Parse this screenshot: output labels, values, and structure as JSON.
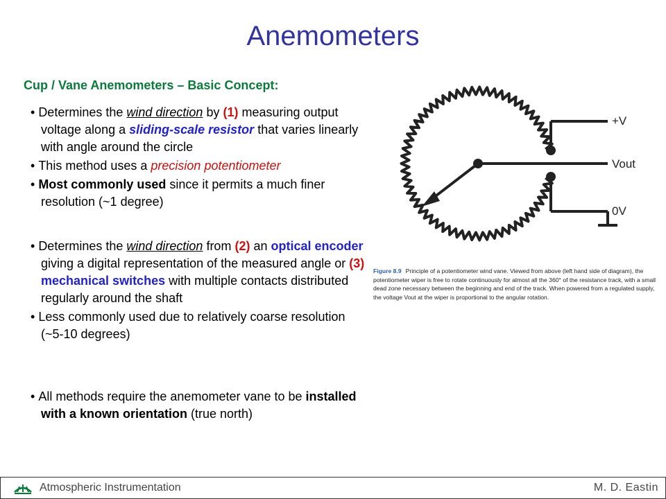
{
  "title": "Anemometers",
  "subtitle": "Cup / Vane Anemometers – Basic Concept:",
  "group1": {
    "b1": {
      "t1": "Determines the ",
      "wind_direction": "wind direction",
      "t2": " by ",
      "num": "(1)",
      "t3": " measuring output voltage along a ",
      "term": "sliding-scale resistor",
      "t4": " that varies linearly with angle around the circle"
    },
    "b2": {
      "t1": "This method uses a ",
      "term": "precision potentiometer"
    },
    "b3": {
      "bold": "Most commonly used",
      "t1": " since it permits a much finer resolution (~1 degree)"
    }
  },
  "group2": {
    "b1": {
      "t1": "Determines the ",
      "wind_direction": "wind direction",
      "t2": " from ",
      "num2": "(2)",
      "t3": " an ",
      "term2": "optical encoder",
      "t4": "  giving a digital representation of the measured angle or ",
      "num3": "(3)",
      "t5": " ",
      "term3": "mechanical switches",
      "t6": " with multiple contacts distributed regularly around the shaft"
    },
    "b2": {
      "t1": "Less commonly used due to relatively coarse resolution (~5-10 degrees)"
    }
  },
  "group3": {
    "b1": {
      "t1": "All methods require the anemometer vane to be ",
      "bold": "installed with a known orientation",
      "t2": " (true north)"
    }
  },
  "diagram": {
    "label_v": "+V",
    "label_vout": "Vout",
    "label_0v": "0V"
  },
  "caption": {
    "fig": "Figure 8.9",
    "text": "Principle of a potentiometer wind vane. Viewed from above (left hand side of diagram), the potentiometer wiper is free to rotate continuously for almost all the 360° of the resistance track, with a small dead zone necessary between the beginning and end of the track. When powered from a regulated supply, the voltage Vout at the wiper is proportional to the angular rotation."
  },
  "footer": {
    "left": "Atmospheric Instrumentation",
    "right": "M. D. Eastin"
  },
  "colors": {
    "title": "#3333a0",
    "subtitle": "#0b7a3b",
    "red": "#cc1111",
    "blue": "#2222cc"
  }
}
